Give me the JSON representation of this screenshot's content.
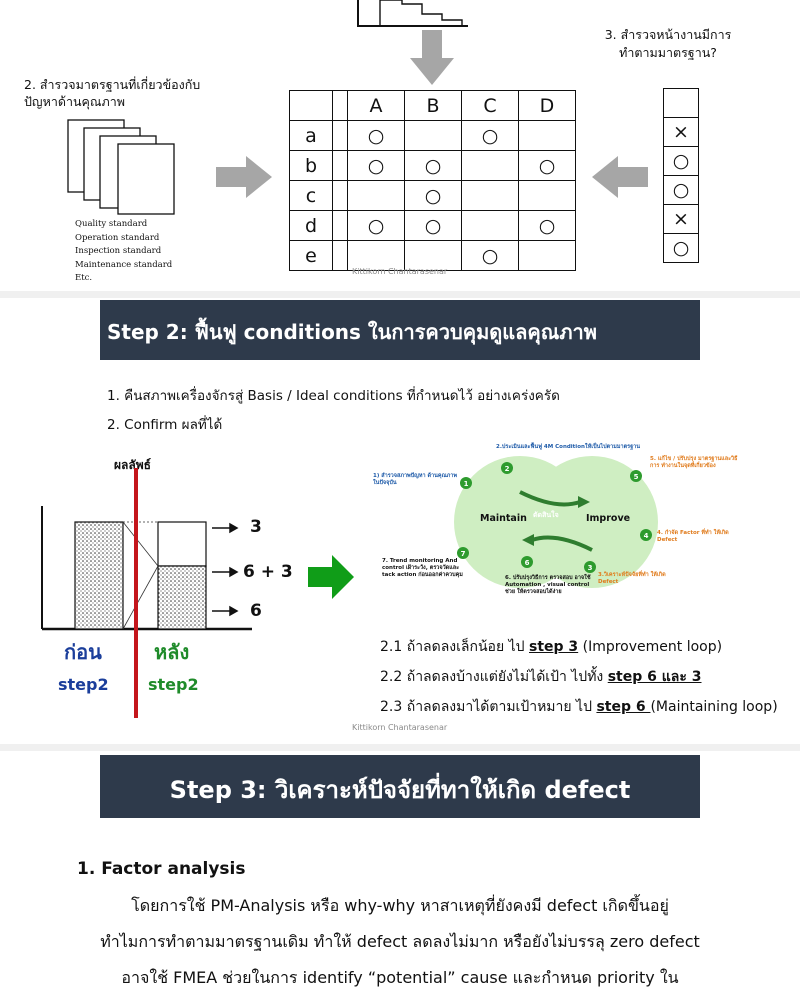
{
  "section1": {
    "label_standards": [
      "2. สำรวจมาตรฐานที่เกี่ยวข้องกับ",
      "ปัญหาด้านคุณภาพ"
    ],
    "label_check": [
      "3. สำรวจหน้างานมีการ",
      "ทำตามมาตรฐาน?"
    ],
    "standards_list": [
      "Quality standard",
      "Operation standard",
      "Inspection standard",
      "Maintenance standard",
      "Etc."
    ],
    "matrix": {
      "columns": [
        "A",
        "B",
        "C",
        "D"
      ],
      "rows": [
        {
          "label": "a",
          "cells": [
            "○",
            "",
            "○",
            ""
          ]
        },
        {
          "label": "b",
          "cells": [
            "○",
            "○",
            "",
            "○"
          ]
        },
        {
          "label": "c",
          "cells": [
            "",
            "○",
            "",
            ""
          ]
        },
        {
          "label": "d",
          "cells": [
            "○",
            "○",
            "",
            "○"
          ]
        },
        {
          "label": "e",
          "cells": [
            "",
            "",
            "○",
            ""
          ]
        }
      ]
    },
    "check_column": [
      "×",
      "○",
      "○",
      "×",
      "○"
    ],
    "watermark": "Kittikorn Chantarasenar"
  },
  "section2": {
    "title": "Step 2: ฟื้นฟู conditions ในการควบคุมดูแลคุณภาพ",
    "items": [
      "1. คืนสภาพเครื่องจักรสู่ Basis / Ideal conditions ที่กำหนดไว้ อย่างเคร่งครัด",
      "2. Confirm ผลที่ได้"
    ],
    "chart": {
      "result_label": "ผลลัพธ์",
      "before_label": "ก่อน",
      "after_label": "หลัง",
      "before_step": "step2",
      "after_step": "step2",
      "level_labels": [
        "3",
        "6 + 3",
        "6"
      ]
    },
    "cycle": {
      "maintain": "Maintain",
      "improve": "Improve",
      "decide": "ตัดสินใจ",
      "notes": [
        "1) สำรวจสภาพปัญหา ด้านคุณภาพในปัจจุบัน",
        "2.ประเมินและฟื้นฟู 4M Conditionให้เป็นไปตามมาตรฐาน",
        "3.วิเคราะห์ปัจจัยที่ทำ ให้เกิด Defect",
        "4. กำจัด Factor ที่ทำ ให้เกิด Defect",
        "5. แก้ไข / ปรับปรุง มาตรฐานและวิธีการ ทำงานในจุดที่เกี่ยวข้อง",
        "6. ปรับปรุงวิธีการ ตรวจสอบ อาจใช้ Automation , visual control ช่วย ให้ตรวจสอบได้ง่าย",
        "7. Trend monitoring And control เฝ้าระวัง, ตรวจวัดและ tack action ก่อนออกค่าควบคุม"
      ]
    },
    "rules": [
      {
        "prefix": "2.1  ถ้าลดลงเล็กน้อย ไป ",
        "bold": "step 3",
        "suffix": " (Improvement loop)"
      },
      {
        "prefix": "2.2  ถ้าลดลงบ้างแต่ยังไม่ได้เป้า ไปทั้ง ",
        "bold": "step 6 และ 3",
        "suffix": ""
      },
      {
        "prefix": "2.3  ถ้าลดลงมาได้ตามเป้าหมาย ไป ",
        "bold": "step 6 ",
        "suffix": "(Maintaining loop)"
      }
    ],
    "watermark": "Kittikorn Chantarasenar"
  },
  "section3": {
    "title": "Step 3: วิเคราะห์ปัจจัยที่ทาให้เกิด defect",
    "subheading": "1. Factor analysis",
    "lines": [
      "โดยการใช้ PM-Analysis หรือ why-why หาสาเหตุที่ยังคงมี defect เกิดขึ้นอยู่",
      "ทำไมการทำตามมาตรฐานเดิม ทำให้ defect ลดลงไม่มาก หรือยังไม่บรรลุ zero defect",
      "อาจใช้ FMEA ช่วยในการ identify “potential” cause และกำหนด priority ใน"
    ]
  }
}
